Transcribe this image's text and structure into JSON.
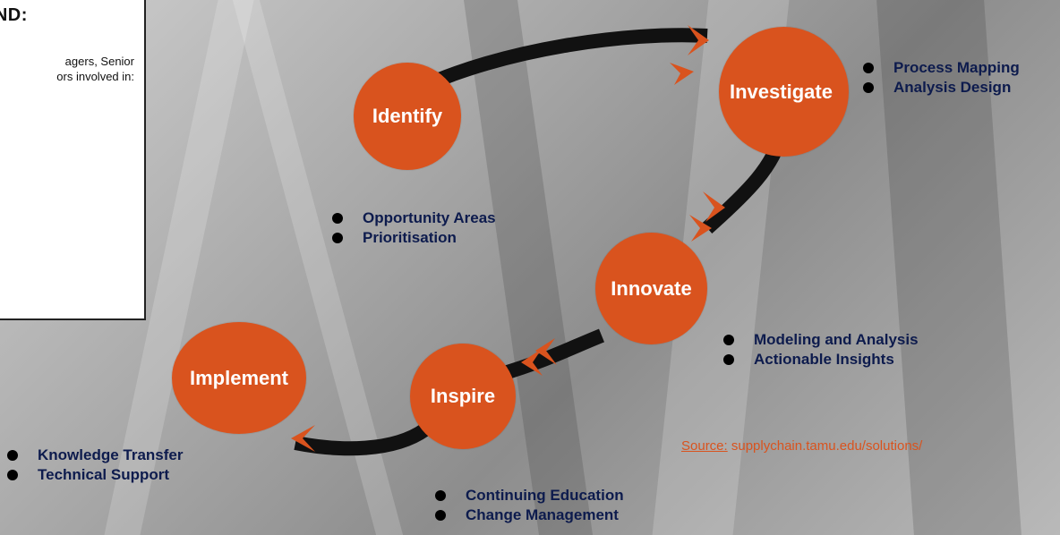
{
  "legend": {
    "title": "END:",
    "line1": "agers, Senior",
    "line2": "ors involved in:"
  },
  "stages": {
    "identify": {
      "label": "Identify",
      "bullets": [
        "Opportunity Areas",
        "Prioritisation"
      ]
    },
    "investigate": {
      "label": "Investigate",
      "bullets": [
        "Process Mapping",
        "Analysis Design"
      ]
    },
    "innovate": {
      "label": "Innovate",
      "bullets": [
        "Modeling and Analysis",
        "Actionable Insights"
      ]
    },
    "inspire": {
      "label": "Inspire",
      "bullets": [
        "Continuing Education",
        "Change Management"
      ]
    },
    "implement": {
      "label": "Implement",
      "bullets": [
        "Knowledge Transfer",
        "Technical Support"
      ]
    }
  },
  "source": {
    "label": "Source:",
    "text": " supplychain.tamu.edu/solutions/"
  },
  "colors": {
    "circle": "#d9531e",
    "arrow": "#111111",
    "chevron": "#d9531e",
    "bullet_text": "#0d1b4d"
  }
}
